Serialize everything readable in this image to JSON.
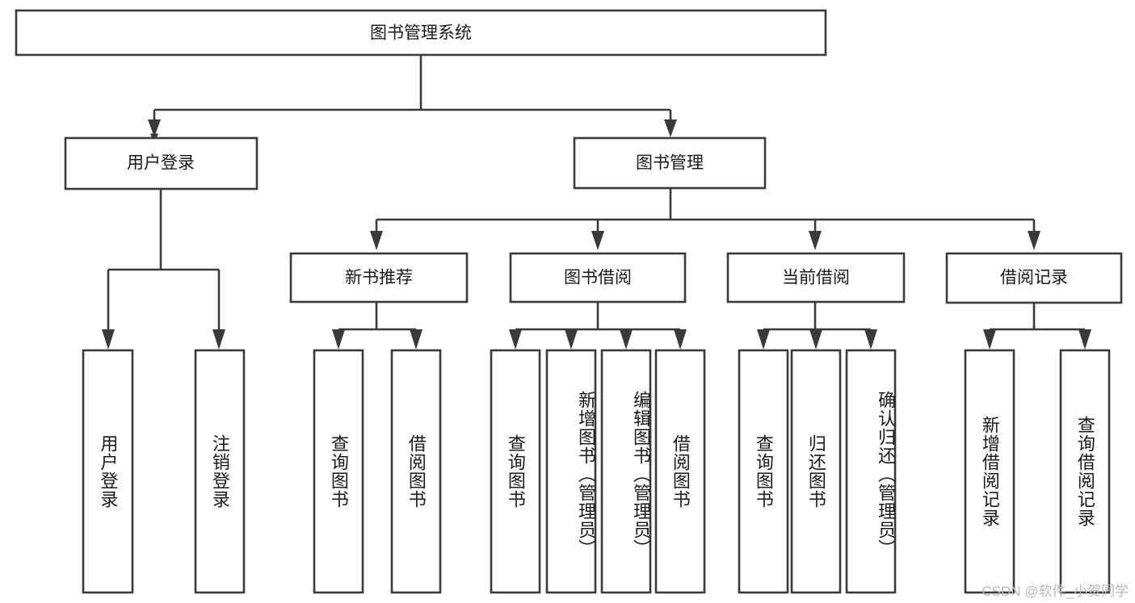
{
  "diagram": {
    "type": "tree",
    "title": "图书管理系统",
    "root": {
      "label": "图书管理系统"
    },
    "level2": [
      {
        "id": "user-login",
        "label": "用户登录"
      },
      {
        "id": "book-manage",
        "label": "图书管理"
      }
    ],
    "level3": [
      {
        "id": "new-book-recommend",
        "label": "新书推荐",
        "parent": "book-manage"
      },
      {
        "id": "book-borrow",
        "label": "图书借阅",
        "parent": "book-manage"
      },
      {
        "id": "current-borrow",
        "label": "当前借阅",
        "parent": "book-manage"
      },
      {
        "id": "borrow-record",
        "label": "借阅记录",
        "parent": "book-manage"
      }
    ],
    "leaves": [
      {
        "id": "leaf-user-login",
        "label": "用户登录",
        "parent": "user-login"
      },
      {
        "id": "leaf-logout",
        "label": "注销登录",
        "parent": "user-login"
      },
      {
        "id": "leaf-query-book-1",
        "label": "查询图书",
        "parent": "new-book-recommend"
      },
      {
        "id": "leaf-borrow-book-1",
        "label": "借阅图书",
        "parent": "new-book-recommend"
      },
      {
        "id": "leaf-query-book-2",
        "label": "查询图书",
        "parent": "book-borrow"
      },
      {
        "id": "leaf-add-book",
        "label": "新增图书（管理员）",
        "parent": "book-borrow"
      },
      {
        "id": "leaf-edit-book",
        "label": "编辑图书（管理员）",
        "parent": "book-borrow"
      },
      {
        "id": "leaf-borrow-book-2",
        "label": "借阅图书",
        "parent": "book-borrow"
      },
      {
        "id": "leaf-query-book-3",
        "label": "查询图书",
        "parent": "current-borrow"
      },
      {
        "id": "leaf-return-book",
        "label": "归还图书",
        "parent": "current-borrow"
      },
      {
        "id": "leaf-confirm-return",
        "label": "确认归还（管理员）",
        "parent": "current-borrow"
      },
      {
        "id": "leaf-add-record",
        "label": "新增借阅记录",
        "parent": "borrow-record"
      },
      {
        "id": "leaf-query-record",
        "label": "查询借阅记录",
        "parent": "borrow-record"
      }
    ],
    "colors": {
      "stroke": "#3a3a3a",
      "box_fill": "#ffffff",
      "text": "#1a1a1a",
      "background": "#ffffff",
      "watermark": "#b9b9b9"
    }
  },
  "watermark": {
    "text": "CSDN @软件_小贺同学"
  }
}
